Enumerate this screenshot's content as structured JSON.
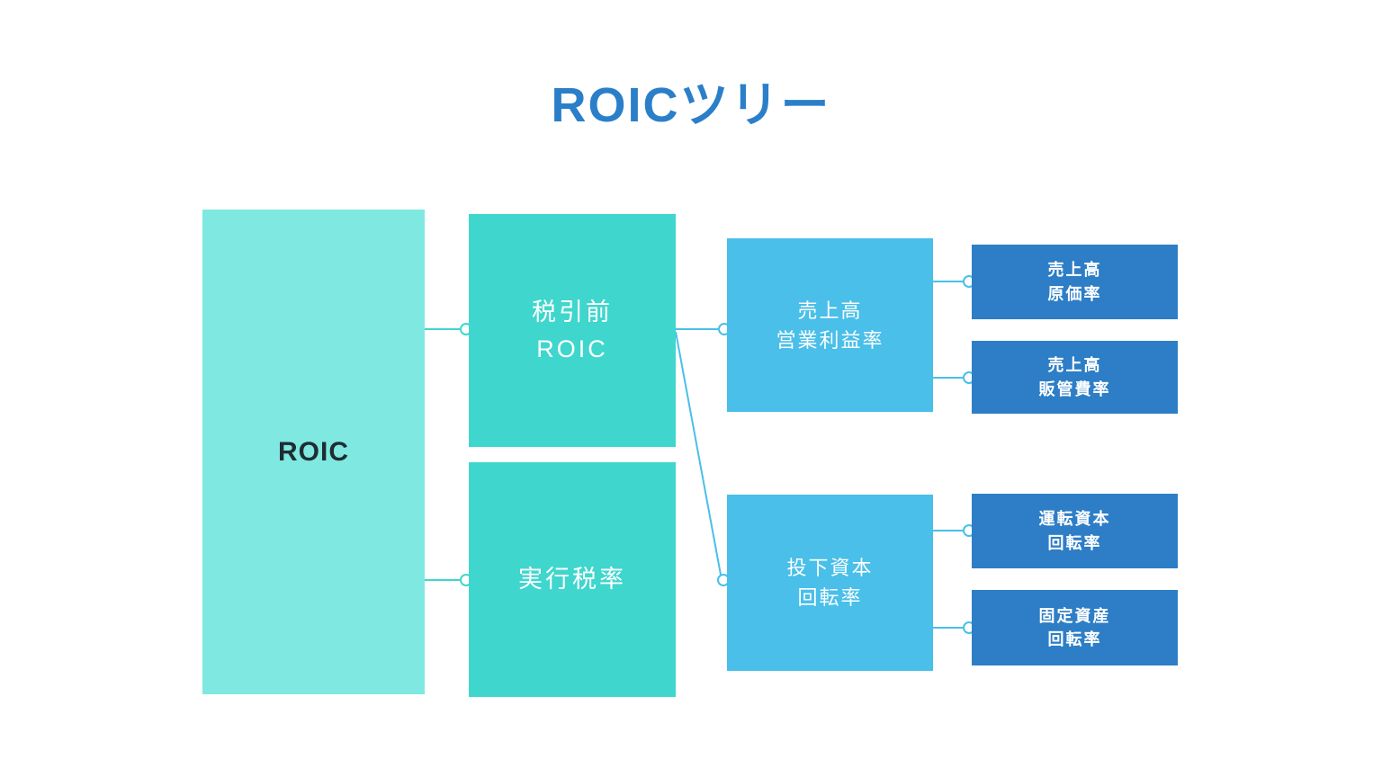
{
  "title": "ROICツリー",
  "colors": {
    "background": "#ffffff",
    "title": "#2b7fc9",
    "root": "#7fe9e1",
    "level2": "#3fd6cd",
    "level3": "#49bfe9",
    "level4": "#2d7ec6",
    "connector_left": "#3fd6cd",
    "connector_right": "#49bfe9"
  },
  "nodes": {
    "roic": {
      "label": "ROIC"
    },
    "pretax_roic": {
      "label": "税引前\nROIC"
    },
    "effective_tax_rate": {
      "label": "実行税率"
    },
    "operating_margin": {
      "label": "売上高\n営業利益率"
    },
    "capital_turnover": {
      "label": "投下資本\n回転率"
    },
    "cogs_ratio": {
      "label": "売上高\n原価率"
    },
    "sga_ratio": {
      "label": "売上高\n販管費率"
    },
    "working_capital_turnover": {
      "label": "運転資本\n回転率"
    },
    "fixed_asset_turnover": {
      "label": "固定資産\n回転率"
    }
  },
  "edges": [
    {
      "from": "roic",
      "to": "pretax_roic"
    },
    {
      "from": "roic",
      "to": "effective_tax_rate"
    },
    {
      "from": "pretax_roic",
      "to": "operating_margin"
    },
    {
      "from": "pretax_roic",
      "to": "capital_turnover"
    },
    {
      "from": "operating_margin",
      "to": "cogs_ratio"
    },
    {
      "from": "operating_margin",
      "to": "sga_ratio"
    },
    {
      "from": "capital_turnover",
      "to": "working_capital_turnover"
    },
    {
      "from": "capital_turnover",
      "to": "fixed_asset_turnover"
    }
  ]
}
